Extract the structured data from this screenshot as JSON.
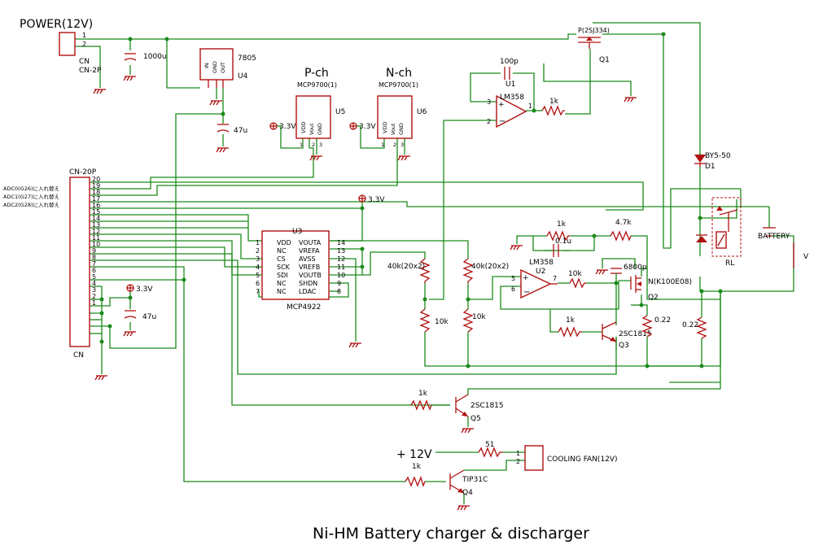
{
  "title": "Ni-HM Battery charger & discharger",
  "power": {
    "label": "POWER(12V)",
    "conn": "CN",
    "conn_type": "CN-2P",
    "pin1": "1",
    "pin2": "2"
  },
  "c_1000": "1000u",
  "u4": {
    "part": "7805",
    "ref": "U4",
    "pins": [
      "IN",
      "GND",
      "OUT"
    ]
  },
  "c_47a": "47u",
  "pch": {
    "title": "P-ch",
    "part": "MCP9700(1)",
    "ref": "U5"
  },
  "nch": {
    "title": "N-ch",
    "part": "MCP9700(1)",
    "ref": "U6"
  },
  "sensor_pins": [
    "VDD",
    "Vout",
    "GND"
  ],
  "sensor_nums": [
    "1",
    "2",
    "3"
  ],
  "v33": "3.3V",
  "q1": {
    "part": "P(2SJ334)",
    "ref": "Q1"
  },
  "c_100p": "100p",
  "u1": {
    "ref": "U1",
    "part": "LM358",
    "p3": "3",
    "p2": "2",
    "p1": "1"
  },
  "r_1k": "1k",
  "d1": {
    "part": "BY5-50",
    "ref": "D1"
  },
  "cn20": {
    "type": "CN-20P",
    "ref": "CN",
    "pins": [
      "20",
      "19",
      "18",
      "17",
      "16",
      "15",
      "14",
      "13",
      "12",
      "11",
      "10",
      "9",
      "8",
      "7",
      "6",
      "5",
      "4",
      "3",
      "2",
      "1"
    ]
  },
  "adc_notes": [
    "ADC0(G26)に入れ替え",
    "ADC1(G27)に入れ替え",
    "ADC2(G28)に入れ替え"
  ],
  "u3": {
    "ref": "U3",
    "part": "MCP4922",
    "left": [
      "VDD",
      "NC",
      "CS",
      "SCK",
      "SDI",
      "NC",
      "NC"
    ],
    "right": [
      "VOUTA",
      "VREFA",
      "AVSS",
      "VREFB",
      "VOUTB",
      "SHDN",
      "LDAC"
    ],
    "lnums": [
      "1",
      "2",
      "3",
      "4",
      "5",
      "6",
      "7"
    ],
    "rnums": [
      "14",
      "13",
      "12",
      "11",
      "10",
      "9",
      "8"
    ]
  },
  "c_47b": "47u",
  "r_40k_a": "40k(20x2)",
  "r_40k_b": "40k(20x2)",
  "r_10k_a": "10k",
  "r_10k_b": "10k",
  "c_01u": "0.1u",
  "r_47k": "4.7k",
  "u2": {
    "ref": "U2",
    "part": "LM358",
    "p5": "5",
    "p6": "6",
    "p7": "7"
  },
  "r_10k_c": "10k",
  "c_6800p": "6800p",
  "q2": {
    "part": "N(K100E08)",
    "ref": "Q2"
  },
  "q3": {
    "part": "2SC1815",
    "ref": "Q3"
  },
  "r_022a": "0.22",
  "r_022b": "0.22",
  "battery": "BATTERY",
  "v_mark": "V",
  "rl": "RL",
  "q5": {
    "part": "2SC1815",
    "ref": "Q5"
  },
  "plus12": "+ 12V",
  "r_51": "51",
  "fan": {
    "label": "COOLING FAN(12V)",
    "p1": "1",
    "p2": "2"
  },
  "q4": {
    "part": "TIP31C",
    "ref": "Q4"
  },
  "colors": {
    "wire": "#1a8a1a",
    "component": "#b01010"
  }
}
